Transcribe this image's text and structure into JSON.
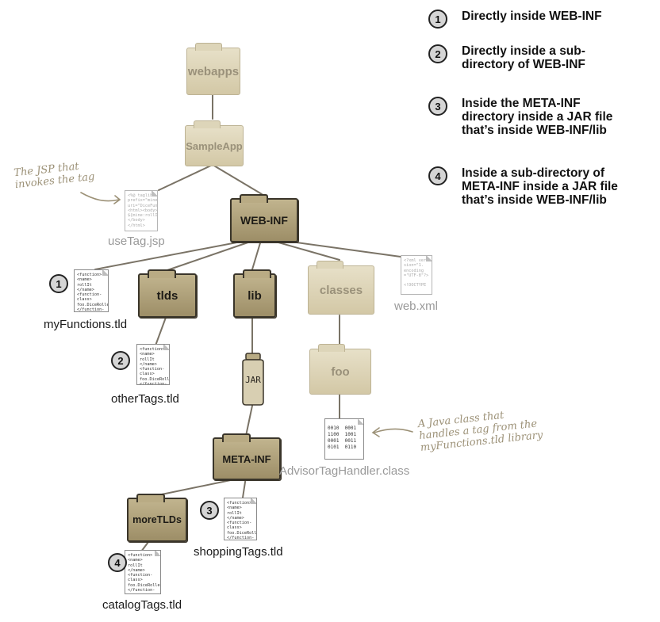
{
  "folders": {
    "webapps": "webapps",
    "sampleapp": "SampleApp",
    "webinf": "WEB-INF",
    "tlds": "tlds",
    "lib": "lib",
    "classes": "classes",
    "foo": "foo",
    "metainf": "META-INF",
    "moretlds": "moreTLDs",
    "jar": "JAR"
  },
  "files": {
    "usetag": "useTag.jsp",
    "webxml": "web.xml",
    "myfunctions": "myFunctions.tld",
    "othertags": "otherTags.tld",
    "advisor": "AdvisorTagHandler.class",
    "shoppingtags": "shoppingTags.tld",
    "catalogtags": "catalogTags.tld"
  },
  "doc_contents": {
    "tld": "<function>\n<name>\nrollIt\n</name>\n<function-\nclass>\nfoo.DiceRoller\n</function-",
    "class": "0010  0001\n1100  1001\n0001  0011\n0101  0110",
    "jsp": "<%@ taglib\nprefix=\"mine\"\nuri=\"DiceFun\n<html><body>\n${mine:rollIt()}\n</body>\n</html>",
    "xml": "<?xml ver\nsion=\"1.\nencoding\n=\"UTF-8\"?>\n\n<!DOCTYPE"
  },
  "annotations": {
    "jsp_note": "The JSP that\ninvokes the tag",
    "class_note": "A Java class that\nhandles a tag from the\nmyFunctions.tld library"
  },
  "badges": [
    "1",
    "2",
    "3",
    "4"
  ],
  "legend": [
    {
      "num": "1",
      "text": "Directly inside WEB-INF"
    },
    {
      "num": "2",
      "text": "Directly inside a sub-\ndirectory of WEB-INF"
    },
    {
      "num": "3",
      "text": "Inside the META-INF\ndirectory inside a JAR file\nthat’s inside WEB-INF/lib"
    },
    {
      "num": "4",
      "text": "Inside a sub-directory of\nMETA-INF inside a JAR file\nthat’s inside WEB-INF/lib"
    }
  ],
  "colors": {
    "line": "#7a7366",
    "annotation": "#9c9177",
    "folder_dark": "#a89a72",
    "folder_light": "#ddd5b9"
  }
}
